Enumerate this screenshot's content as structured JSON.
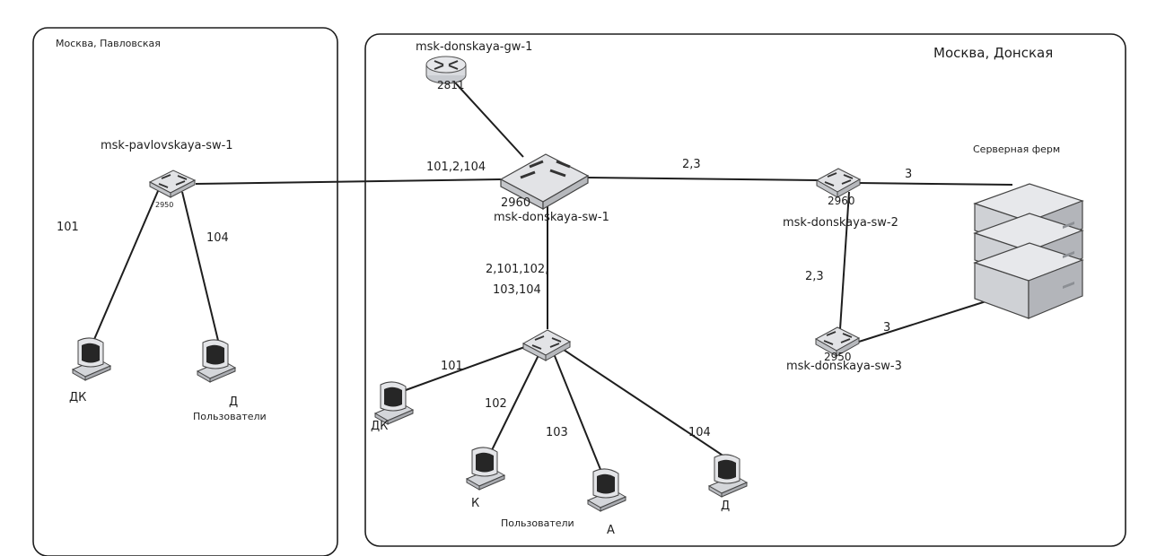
{
  "zones": {
    "left": {
      "title": "Москва, Павловская"
    },
    "right": {
      "title": "Москва, Донская"
    }
  },
  "devices": {
    "gw1": {
      "name": "msk-donskaya-gw-1",
      "model": "2811"
    },
    "sw1": {
      "name": "msk-donskaya-sw-1",
      "model": "2960"
    },
    "sw2": {
      "name": "msk-donskaya-sw-2",
      "model": "2960"
    },
    "sw3": {
      "name": "msk-donskaya-sw-3",
      "model": "2950"
    },
    "pav": {
      "name": "msk-pavlovskaya-sw-1",
      "model": "2950"
    },
    "sw4": {
      "name": "",
      "model": ""
    },
    "server_farm": {
      "name": "Серверная ферм"
    }
  },
  "computers": {
    "pav_dk": "ДК",
    "pav_d": "Д",
    "don_dk": "ДК",
    "don_k": "К",
    "don_a": "А",
    "don_d": "Д"
  },
  "groups": {
    "pav_users": "Пользователи",
    "don_users": "Пользователи"
  },
  "links": {
    "pav_uplink": "101,2,104",
    "sw1_sw2": "2,3",
    "sw2_farm": "3",
    "sw2_sw3": "2,3",
    "sw3_farm": "3",
    "sw1_sw4_a": "2,101,102,",
    "sw1_sw4_b": "103,104",
    "pav_dk": "101",
    "pav_d": "104",
    "sw4_dk": "101",
    "sw4_k": "102",
    "sw4_a": "103",
    "sw4_d": "104"
  }
}
